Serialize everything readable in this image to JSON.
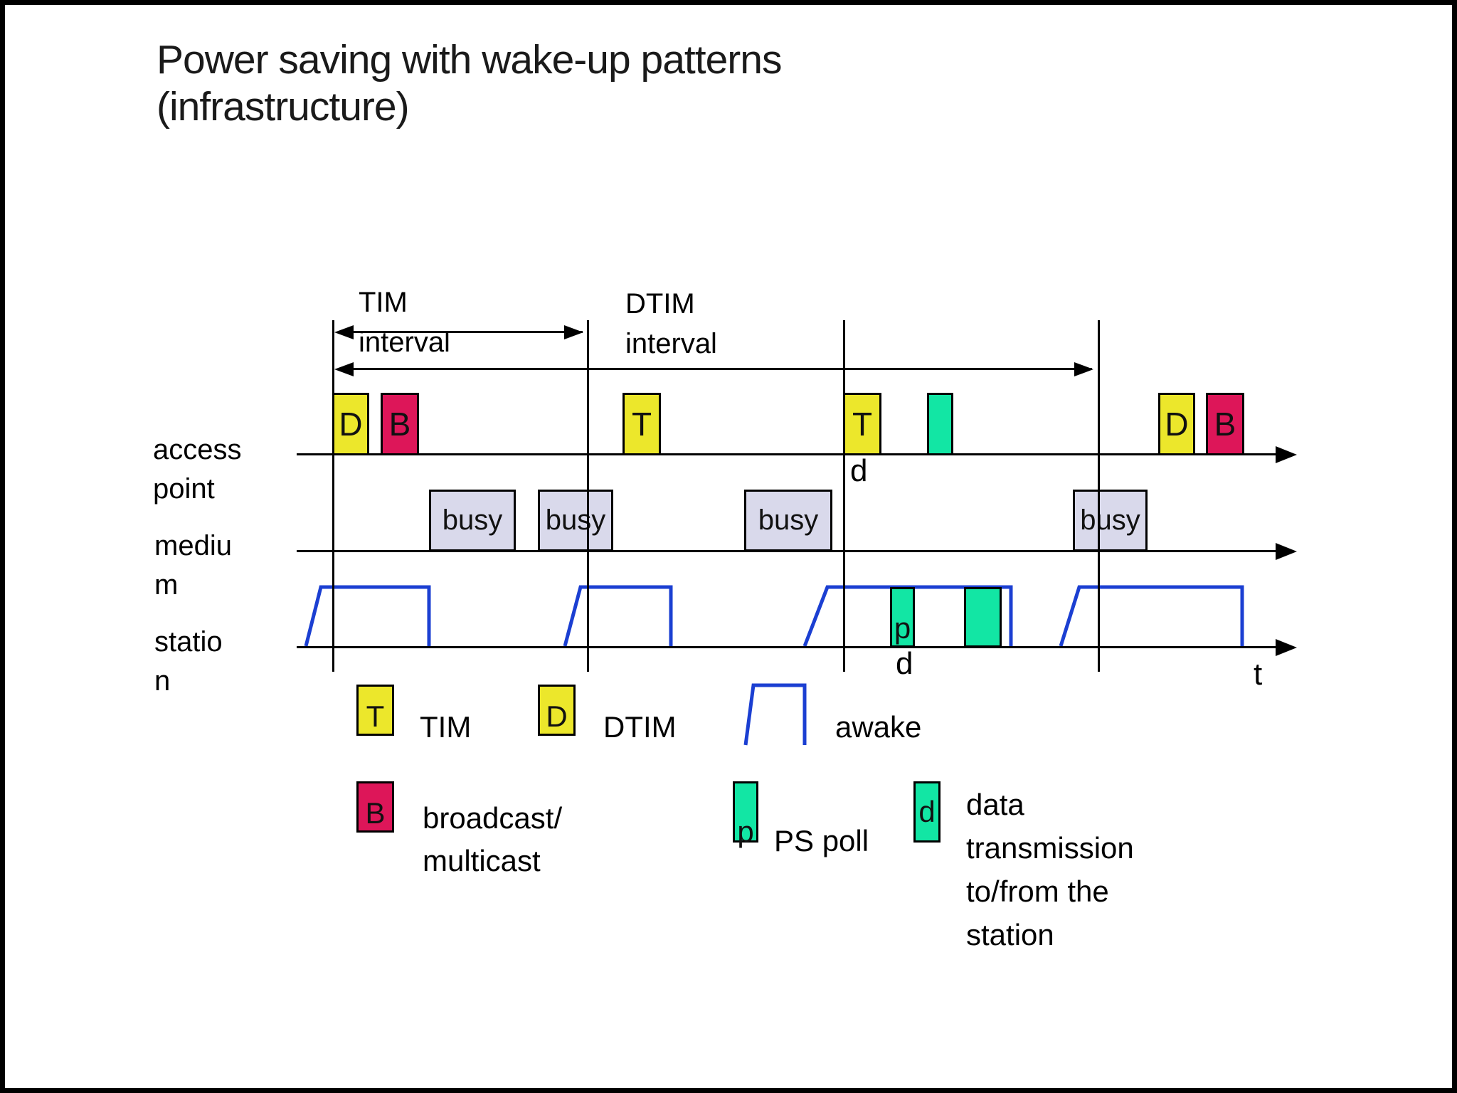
{
  "title": {
    "lines": [
      "Power saving with wake-up patterns",
      "(infrastructure)"
    ]
  },
  "colors": {
    "yellow": "#ece72b",
    "crimson": "#dd1659",
    "green": "#12e6a4",
    "busy": "#d9d9eb",
    "blue": "#1b3fd2"
  },
  "axes": {
    "access_point": {
      "lines": [
        "access",
        "point"
      ]
    },
    "medium": {
      "lines": [
        "mediu",
        "m"
      ]
    },
    "station": {
      "lines": [
        "statio",
        "n"
      ]
    },
    "time": "t"
  },
  "intervals": {
    "tim": {
      "lines": [
        "TIM",
        "interval"
      ]
    },
    "dtim": {
      "lines": [
        "DTIM",
        "interval"
      ]
    }
  },
  "access_point_row": {
    "boxes": [
      {
        "label": "D"
      },
      {
        "label": "B"
      },
      {
        "label": "T"
      },
      {
        "label": "T"
      },
      {
        "label": ""
      },
      {
        "label": "D"
      },
      {
        "label": "B"
      }
    ],
    "data_marker": "d"
  },
  "medium_row": {
    "busy": [
      "busy",
      "busy",
      "busy",
      "busy"
    ]
  },
  "station_row": {
    "ps_poll_marker": "p",
    "data_marker": "d"
  },
  "legend": {
    "tim": {
      "box": "T",
      "label": "TIM"
    },
    "dtim": {
      "box": "D",
      "label": "DTIM"
    },
    "awake": {
      "label": "awake"
    },
    "broadcast": {
      "box": "B",
      "lines": [
        "broadcast/",
        "multicast"
      ]
    },
    "ps_poll": {
      "box": "p",
      "label": "PS poll"
    },
    "data": {
      "box": "d",
      "lines": [
        "data",
        "transmission",
        "to/from the",
        "station"
      ]
    }
  }
}
